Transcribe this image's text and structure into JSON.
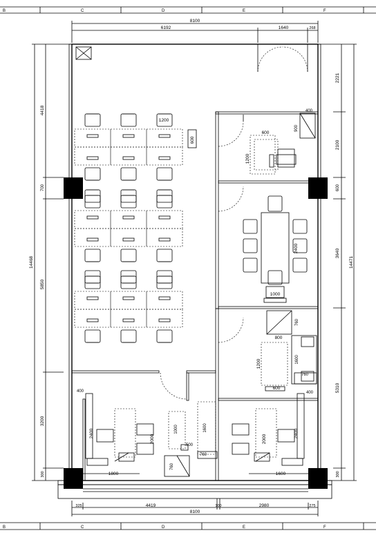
{
  "grid_labels": [
    "B",
    "C",
    "D",
    "E",
    "F"
  ],
  "dimensions": {
    "top_total": "8100",
    "top_left": "6192",
    "top_door": "1640",
    "top_right": "268",
    "bottom_total": "8100",
    "bottom_a": "325",
    "bottom_b": "4419",
    "bottom_c": "100",
    "bottom_d": "2980",
    "bottom_e": "275",
    "left_total": "14468",
    "left_a": "4418",
    "left_b": "700",
    "left_c": "5850",
    "left_d": "3200",
    "left_e": "300",
    "right_total": "14471",
    "right_a": "2221",
    "right_b": "2100",
    "right_c": "600",
    "right_d": "3640",
    "right_e": "5310",
    "right_f": "300"
  },
  "room_labels": {
    "desk_w": "1200",
    "desk_d": "600",
    "office1_w": "600",
    "office1_h": "1200",
    "office1_cab_w": "400",
    "office1_cab_h": "900",
    "meeting_len": "2400",
    "meeting_w": "1000",
    "office3_w": "800",
    "office3_h": "1200",
    "office3_c": "600",
    "office3_a": "760",
    "office3_b": "1600",
    "office3_d": "760",
    "office3_e": "400",
    "bl_a": "400",
    "bl_b": "2400",
    "bl_c": "2000",
    "bl_d": "1800",
    "mid_a": "1000",
    "mid_b": "1600",
    "mid_c": "500",
    "mid_d": "760",
    "mid_e": "760",
    "br_a": "2000",
    "br_b": "2400",
    "br_c": "1600"
  }
}
